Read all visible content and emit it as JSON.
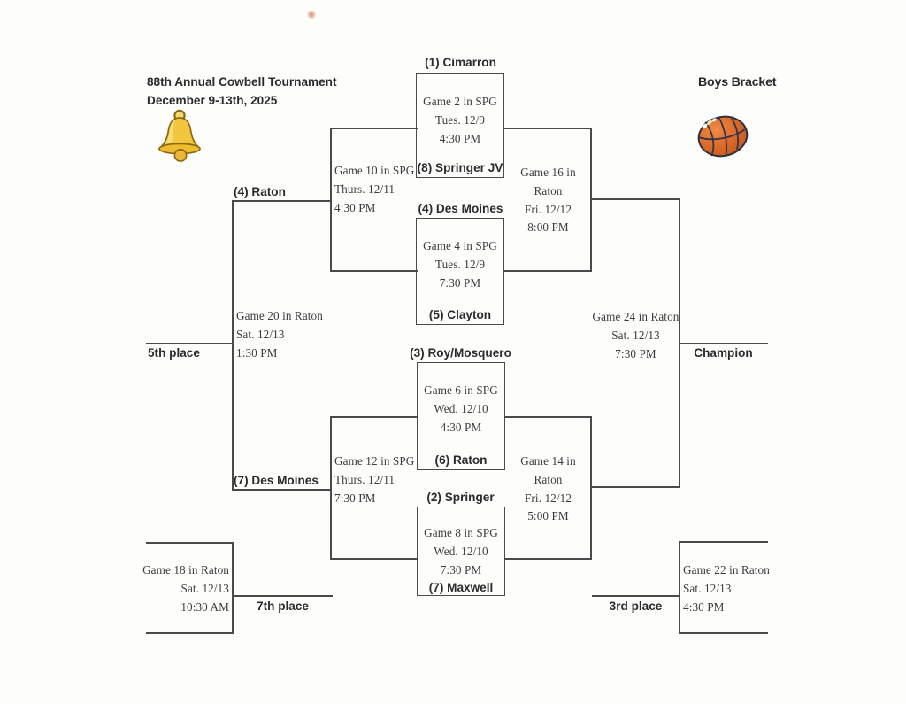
{
  "header": {
    "title": "88th Annual Cowbell Tournament",
    "dates": "December 9-13th, 2025",
    "bracket_label": "Boys Bracket"
  },
  "icons": {
    "bell": "cowbell",
    "basketball": "basketball"
  },
  "round1": [
    {
      "top_seed": "(1) Cimarron",
      "game": "Game 2 in SPG",
      "date": "Tues. 12/9",
      "time": "4:30 PM",
      "bottom_seed": "(8) Springer JV"
    },
    {
      "top_seed": "(4) Des Moines",
      "game": "Game 4 in SPG",
      "date": "Tues. 12/9",
      "time": "7:30 PM",
      "bottom_seed": "(5) Clayton"
    },
    {
      "top_seed": "(3) Roy/Mosquero",
      "game": "Game 6 in SPG",
      "date": "Wed. 12/10",
      "time": "4:30 PM",
      "bottom_seed": "(6) Raton"
    },
    {
      "top_seed": "(2) Springer",
      "game": "Game 8 in SPG",
      "date": "Wed. 12/10",
      "time": "7:30 PM",
      "bottom_seed": "(7) Maxwell"
    }
  ],
  "connector_games": {
    "game10": {
      "game": "Game 10 in SPG",
      "date": "Thurs. 12/11",
      "time": "4:30 PM"
    },
    "game12": {
      "game": "Game 12 in SPG",
      "date": "Thurs. 12/11",
      "time": "7:30 PM"
    },
    "game14": {
      "game": "Game 14 in Raton",
      "date": "Fri. 12/12",
      "time": "5:00 PM"
    },
    "game16": {
      "game": "Game 16 in Raton",
      "date": "Fri. 12/12",
      "time": "8:00 PM"
    },
    "game18": {
      "game": "Game 18 in Raton",
      "date": "Sat. 12/13",
      "time": "10:30 AM"
    },
    "game20": {
      "game": "Game 20 in Raton",
      "date": "Sat. 12/13",
      "time": "1:30 PM"
    },
    "game22": {
      "game": "Game 22 in Raton",
      "date": "Sat. 12/13",
      "time": "4:30 PM"
    },
    "game24": {
      "game": "Game 24 in Raton",
      "date": "Sat. 12/13",
      "time": "7:30 PM"
    }
  },
  "labels": {
    "left_semifinal_top": "(4) Raton",
    "left_semifinal_bottom": "(7) Des Moines",
    "fifth_place": "5th place",
    "seventh_place": "7th place",
    "third_place": "3rd place",
    "champion": "Champion"
  },
  "colors": {
    "line": "#4a4a4a",
    "text_bold": "#2b2b2b",
    "text_serif": "#3c3c3c",
    "paper": "#fdfdfc",
    "bell_gold": "#f2c63f",
    "basketball_orange": "#dd6b2a"
  }
}
